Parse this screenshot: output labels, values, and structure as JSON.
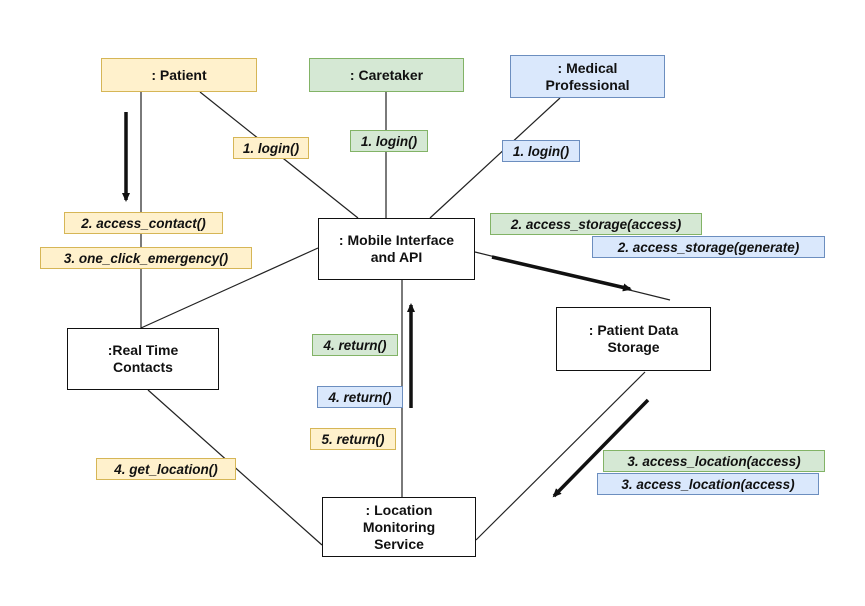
{
  "actors": {
    "patient": {
      "label": ": Patient",
      "color": "#fff1cc"
    },
    "caretaker": {
      "label": ": Caretaker",
      "color": "#d5e8d4"
    },
    "medical": {
      "label": ": Medical\nProfessional",
      "color": "#dae8fc"
    }
  },
  "objects": {
    "mobile": ": Mobile Interface\nand API",
    "storage": ": Patient Data\nStorage",
    "contacts": ":Real Time\nContacts",
    "location": ": Location\nMonitoring\nService"
  },
  "messages": {
    "patient_login": "1. login()",
    "caretaker_login": "1. login()",
    "medical_login": "1. login()",
    "access_contact": "2. access_contact()",
    "one_click": "3. one_click_emergency()",
    "storage_access": "2. access_storage(access)",
    "storage_generate": "2. access_storage(generate)",
    "return_green": "4. return()",
    "return_blue": "4. return()",
    "return_yellow": "5. return()",
    "get_location": "4. get_location()",
    "location_green": "3. access_location(access)",
    "location_blue": "3. access_location(access)"
  }
}
